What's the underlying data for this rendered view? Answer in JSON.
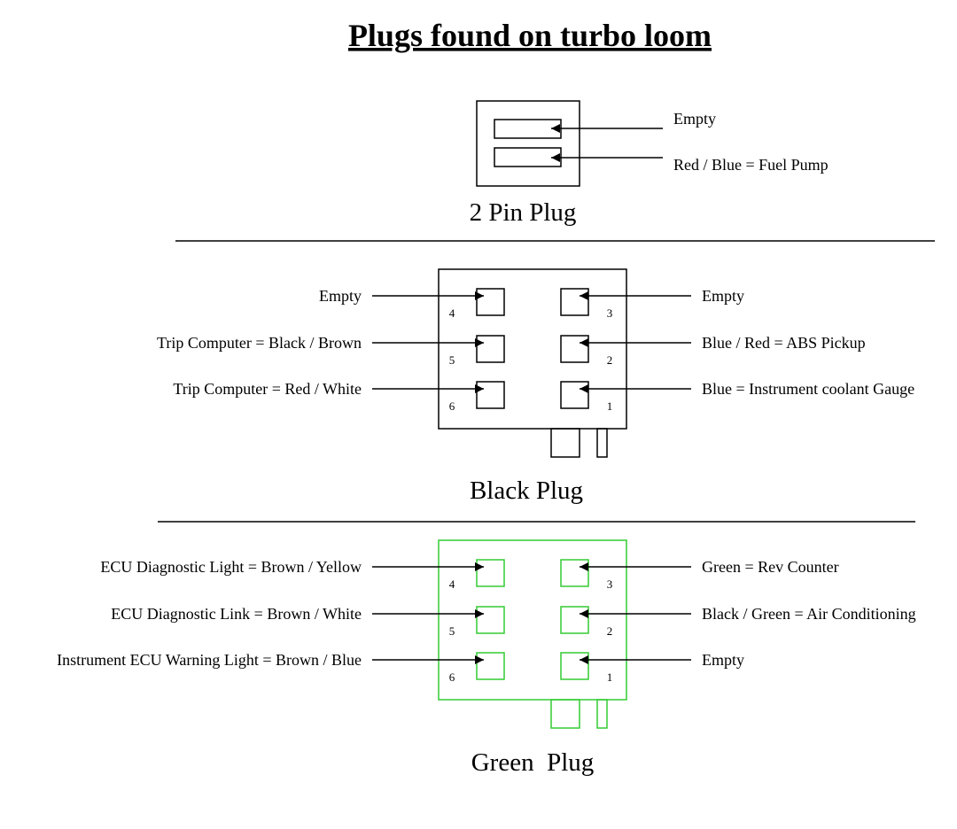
{
  "title": "Plugs found on turbo loom",
  "two_pin_plug": {
    "caption": "2 Pin Plug",
    "pins": [
      {
        "label": "Empty"
      },
      {
        "label": "Red / Blue = Fuel Pump"
      }
    ]
  },
  "black_plug": {
    "caption": "Black Plug",
    "left_pins": [
      {
        "number": "4",
        "label": "Empty"
      },
      {
        "number": "5",
        "label": "Trip Computer = Black / Brown"
      },
      {
        "number": "6",
        "label": "Trip Computer = Red / White"
      }
    ],
    "right_pins": [
      {
        "number": "3",
        "label": "Empty"
      },
      {
        "number": "2",
        "label": "Blue / Red = ABS Pickup"
      },
      {
        "number": "1",
        "label": "Blue = Instrument coolant Gauge"
      }
    ]
  },
  "green_plug": {
    "caption": "Green  Plug",
    "color": "#33cc33",
    "left_pins": [
      {
        "number": "4",
        "label": "ECU Diagnostic Light = Brown / Yellow"
      },
      {
        "number": "5",
        "label": "ECU Diagnostic Link  = Brown / White"
      },
      {
        "number": "6",
        "label": "Instrument ECU Warning Light = Brown / Blue"
      }
    ],
    "right_pins": [
      {
        "number": "3",
        "label": "Green = Rev Counter"
      },
      {
        "number": "2",
        "label": "Black / Green = Air Conditioning"
      },
      {
        "number": "1",
        "label": "Empty"
      }
    ]
  }
}
